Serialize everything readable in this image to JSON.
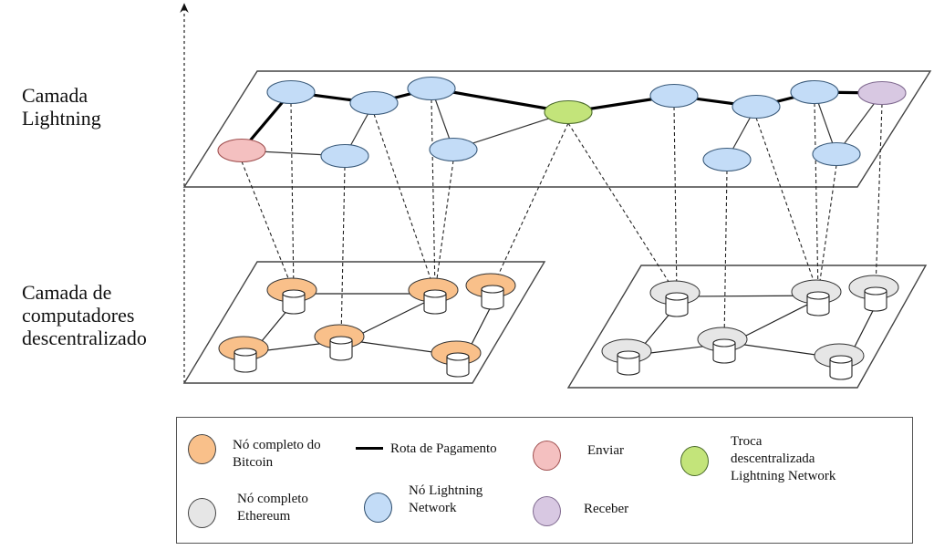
{
  "layers": {
    "lightning_label": "Camada\nLightning",
    "computers_label": "Camada de\ncomputadores\ndescentralizado"
  },
  "colors": {
    "bitcoin_node": "#f9c08a",
    "ethereum_node": "#e6e6e6",
    "lightning_node": "#c3dcf7",
    "send": "#f4c0c0",
    "receive": "#d8c8e2",
    "exchange": "#c3e47a",
    "payment_route": "#000000"
  },
  "lightning_nodes": [
    {
      "id": "L1",
      "type": "lightning_node"
    },
    {
      "id": "S",
      "type": "send"
    },
    {
      "id": "L2",
      "type": "lightning_node"
    },
    {
      "id": "L3",
      "type": "lightning_node"
    },
    {
      "id": "L4",
      "type": "lightning_node"
    },
    {
      "id": "L5",
      "type": "lightning_node"
    },
    {
      "id": "X",
      "type": "exchange"
    },
    {
      "id": "L6",
      "type": "lightning_node"
    },
    {
      "id": "L7",
      "type": "lightning_node"
    },
    {
      "id": "L8",
      "type": "lightning_node"
    },
    {
      "id": "L9",
      "type": "lightning_node"
    },
    {
      "id": "L10",
      "type": "lightning_node"
    },
    {
      "id": "R",
      "type": "receive"
    }
  ],
  "payment_route": [
    "S",
    "L1",
    "L3",
    "L4",
    "X",
    "L6",
    "L8",
    "L9",
    "R"
  ],
  "channels": [
    [
      "S",
      "L2"
    ],
    [
      "L2",
      "L3"
    ],
    [
      "L4",
      "L5"
    ],
    [
      "L5",
      "X"
    ],
    [
      "L8",
      "L7"
    ],
    [
      "L9",
      "L10"
    ],
    [
      "L10",
      "R"
    ]
  ],
  "bitcoin_network": {
    "nodes": [
      "B1",
      "B2",
      "B3",
      "B4",
      "B5",
      "B6"
    ],
    "links": [
      [
        "B1",
        "B2"
      ],
      [
        "B1",
        "B4"
      ],
      [
        "B4",
        "B5"
      ],
      [
        "B5",
        "B2"
      ],
      [
        "B5",
        "B6"
      ],
      [
        "B6",
        "B3"
      ]
    ]
  },
  "ethereum_network": {
    "nodes": [
      "E1",
      "E2",
      "E3",
      "E4",
      "E5",
      "E6"
    ],
    "links": [
      [
        "E1",
        "E2"
      ],
      [
        "E1",
        "E4"
      ],
      [
        "E4",
        "E5"
      ],
      [
        "E5",
        "E2"
      ],
      [
        "E5",
        "E6"
      ],
      [
        "E6",
        "E3"
      ]
    ]
  },
  "legend": {
    "bitcoin": "Nó completo do\nBitcoin",
    "route": "Rota de Pagamento",
    "send": "Enviar",
    "exchange": "Troca\ndescentralizada\nLightning Network",
    "ethereum": "Nó completo\nEthereum",
    "lightning": "Nó Lightning\nNetwork",
    "receive": "Receber"
  }
}
